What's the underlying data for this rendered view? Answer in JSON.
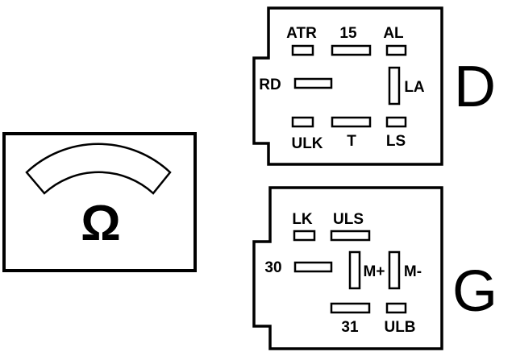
{
  "meter": {
    "symbol": "Ω",
    "icon": "ohmmeter-icon"
  },
  "connector_d": {
    "letter": "D",
    "pins": {
      "atr": "ATR",
      "p15": "15",
      "al": "AL",
      "rd": "RD",
      "la": "LA",
      "ulk": "ULK",
      "t": "T",
      "ls": "LS"
    }
  },
  "connector_g": {
    "letter": "G",
    "pins": {
      "lk": "LK",
      "uls": "ULS",
      "p30": "30",
      "mplus": "M+",
      "mminus": "M-",
      "p31": "31",
      "ulb": "ULB"
    }
  }
}
